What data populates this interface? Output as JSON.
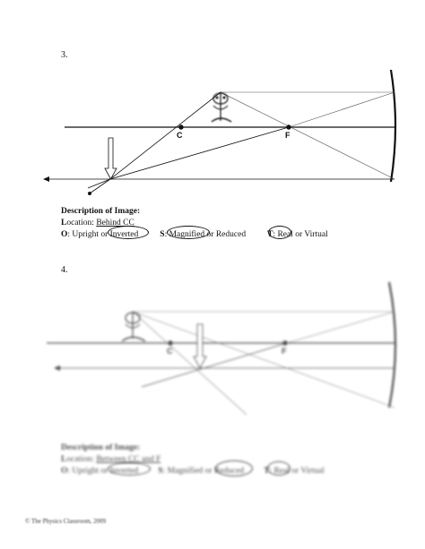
{
  "problem3": {
    "number": "3.",
    "label_c": "C",
    "label_f": "F",
    "desc_title": "Description of Image:",
    "location_lead": "L",
    "location_rest": "ocation: ",
    "location_value": "Behind CC",
    "o_lead": "O",
    "o_rest": ": Upright or ",
    "o_choice": "Inverted",
    "s_lead": "S",
    "s_sep": ": ",
    "s_choice": "Magnified",
    "s_rest": " or Reduced",
    "t_lead": "T",
    "t_sep": ": ",
    "t_choice": "Real",
    "t_rest": " or Virtual"
  },
  "problem4": {
    "number": "4.",
    "label_c": "C",
    "label_f": "F",
    "desc_title": "Description of Image:",
    "location_lead": "L",
    "location_rest": "ocation: ",
    "location_value": "Between CC and F",
    "o_lead": "O",
    "o_rest": ": Upright or ",
    "o_choice": "Inverted",
    "s_lead": "S",
    "s_sep": ": Magnified or ",
    "s_choice": "Reduced",
    "t_lead": "T",
    "t_sep": ": ",
    "t_choice": "Real",
    "t_rest": " or Virtual"
  },
  "footer": {
    "text": "© The Physics Classroom, 2009"
  }
}
